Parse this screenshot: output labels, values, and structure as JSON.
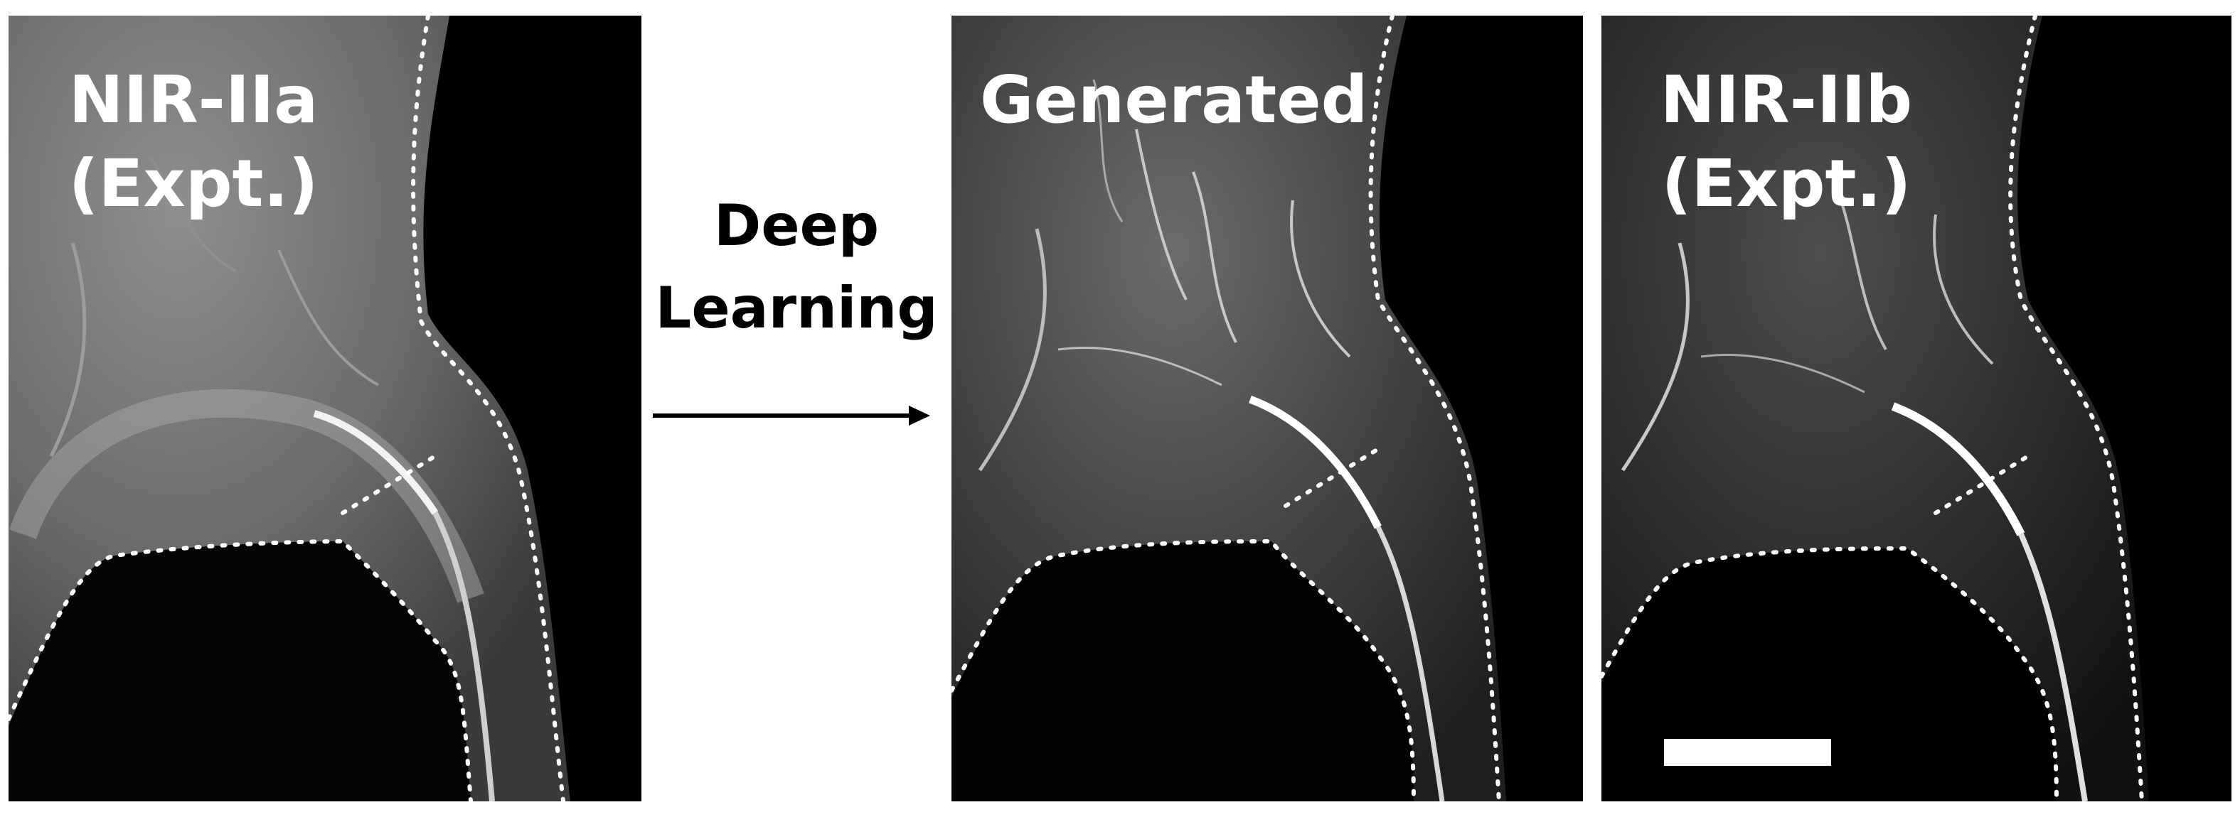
{
  "panels": [
    {
      "id": "nir-iia",
      "label_line1": "NIR-IIa",
      "label_line2": "(Expt.)"
    },
    {
      "id": "generated",
      "label_line1": "Generated",
      "label_line2": ""
    },
    {
      "id": "nir-iib",
      "label_line1": "NIR-IIb",
      "label_line2": "(Expt.)"
    }
  ],
  "middle": {
    "line1": "Deep",
    "line2": "Learning"
  },
  "colors": {
    "background": "#ffffff",
    "panel": "#000000",
    "tissue": "#bdbdbd",
    "outline": "#ffffff"
  }
}
